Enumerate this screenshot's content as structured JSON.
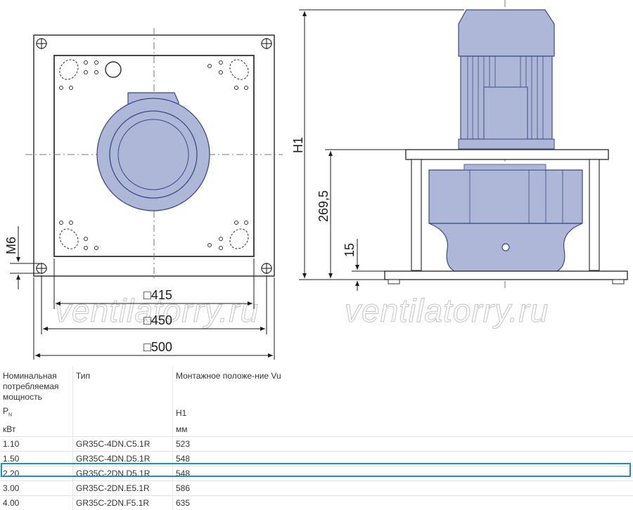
{
  "drawing": {
    "dim_415": "□415",
    "dim_450": "□450",
    "dim_500": "□500",
    "dim_m6": "M6",
    "dim_h1": "H1",
    "dim_269_5": "269,5",
    "dim_15": "15",
    "watermark_left": "ventilatorry.ru",
    "watermark_right": "ventilatorry.ru"
  },
  "table": {
    "headers": {
      "col1": "Номинальная потребляемая мощность",
      "col2": "Тип",
      "col3": "Монтажное положе-ние Vu"
    },
    "symbols": {
      "col1": "P",
      "col1_sub": "N",
      "col3": "H1"
    },
    "units": {
      "col1": "кВт",
      "col3": "мм"
    },
    "rows": [
      {
        "power": "1.10",
        "type": "GR35C-4DN.C5.1R",
        "h1": "523"
      },
      {
        "power": "1.50",
        "type": "GR35C-4DN.D5.1R",
        "h1": "548"
      },
      {
        "power": "2.20",
        "type": "GR35C-2DN.D5.1R",
        "h1": "548"
      },
      {
        "power": "3.00",
        "type": "GR35C-2DN.E5.1R",
        "h1": "586"
      },
      {
        "power": "4.00",
        "type": "GR35C-2DN.F5.1R",
        "h1": "635"
      }
    ],
    "highlight_color": "#1a8ed0"
  }
}
